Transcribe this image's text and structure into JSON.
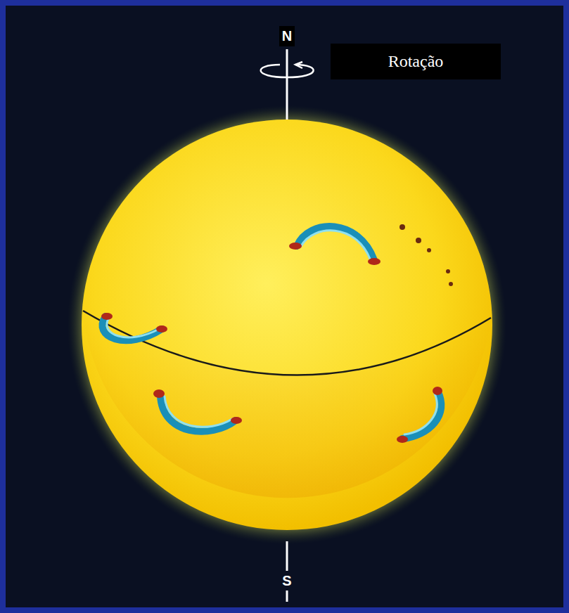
{
  "diagram": {
    "nodes": [
      {
        "text": [
          "N"
        ]
      },
      {
        "text": [
          "Rotação"
        ]
      }
    ],
    "labels": [
      "S"
    ]
  }
}
